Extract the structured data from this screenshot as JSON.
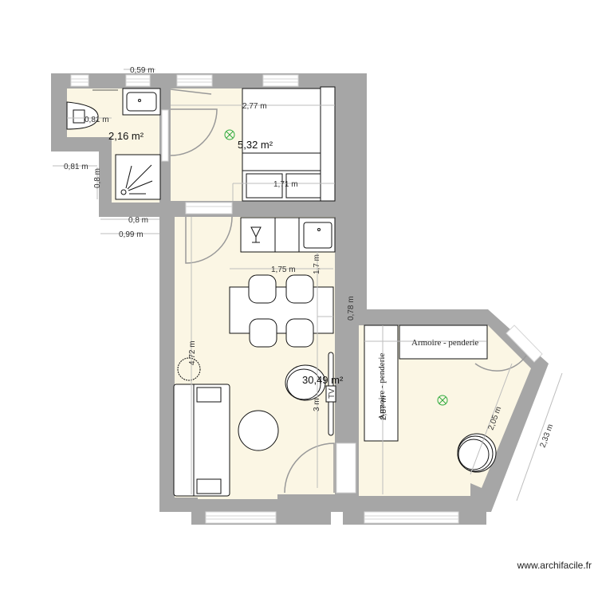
{
  "app": {
    "watermark": "www.archifacile.fr"
  },
  "colors": {
    "wall": "#a6a6a6",
    "floor": "#fbf6e4",
    "furniture": "#ffffff",
    "outline": "#111111",
    "dimension": "#bdbdbd",
    "light_fixture": "#2eaa3c"
  },
  "rooms": [
    {
      "name": "bathroom",
      "area": "2,16 m²"
    },
    {
      "name": "bedroom-alcove",
      "area": "5,32 m²"
    },
    {
      "name": "living-room",
      "area": "30,49 m²"
    },
    {
      "name": "bedroom-right",
      "area": ""
    }
  ],
  "dimensions": {
    "d059": "0,59 m",
    "d081a": "0,81 m",
    "d081b": "0,81 m",
    "d08v": "0,8 m",
    "d08h": "0,8 m",
    "d099": "0,99 m",
    "d277": "2,77 m",
    "d171": "1,71 m",
    "d175": "1,75 m",
    "d17": "1,7 m",
    "d078": "0,78 m",
    "d472": "4,72 m",
    "d3": "3 m",
    "d287": "2,87 m",
    "d205": "2,05 m",
    "d233": "2,33 m"
  },
  "furniture": {
    "wardrobe_top": "Armoire - penderie",
    "wardrobe_left": "Armoire - penderie",
    "tv": "TV"
  },
  "icons": [
    "toilet-icon",
    "sink-icon",
    "shower-icon",
    "bed-icon",
    "wine-glass-icon",
    "kitchen-sink-icon",
    "dining-table-icon",
    "sofa-icon",
    "round-table-icon",
    "armchair-icon",
    "ceiling-light-icon",
    "door-swing-icon",
    "window-icon"
  ]
}
